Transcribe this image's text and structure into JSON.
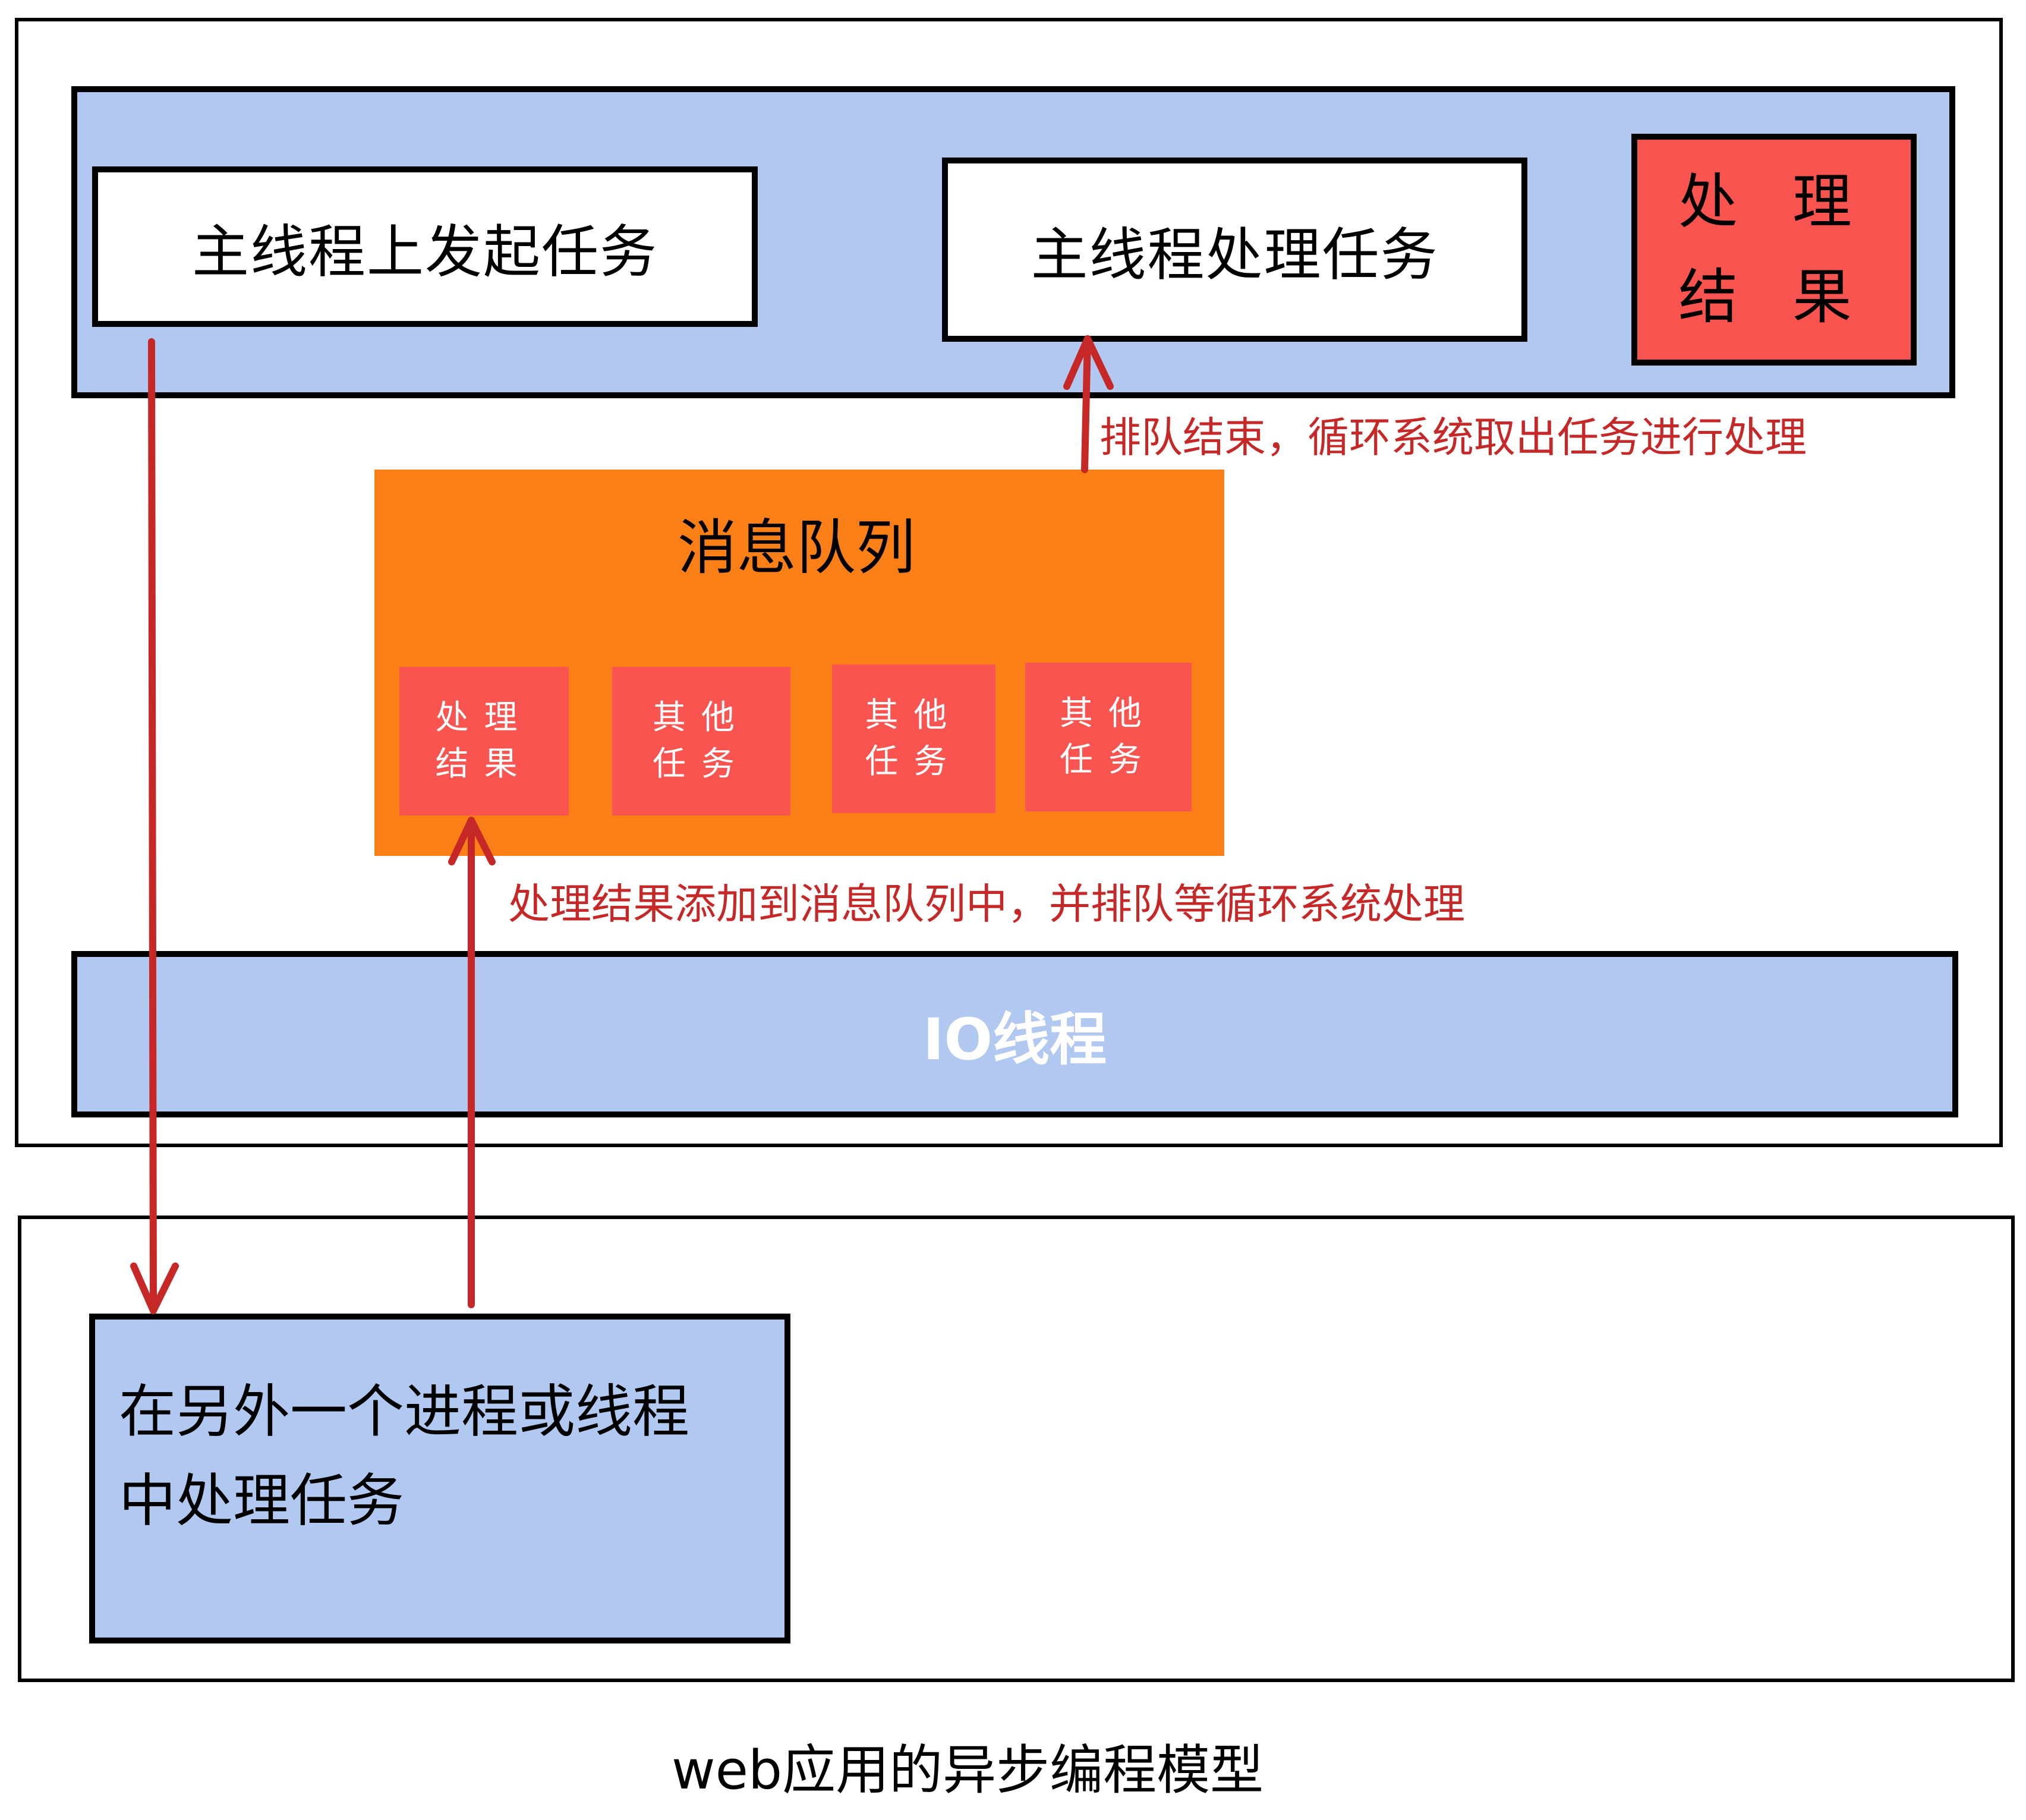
{
  "main_thread": {
    "start_task": "主线程上发起任务",
    "process_task": "主线程处理任务",
    "result_line1": "处 理",
    "result_line2": "结 果"
  },
  "queue": {
    "title": "消息队列",
    "items": [
      {
        "line1": "处理",
        "line2": "结果"
      },
      {
        "line1": "其他",
        "line2": "任务"
      },
      {
        "line1": "其他",
        "line2": "任务"
      },
      {
        "line1": "其他",
        "line2": "任务"
      }
    ]
  },
  "annotations": {
    "dequeue": "排队结束，循环系统取出任务进行处理",
    "enqueue": "处理结果添加到消息队列中，并排队等循环系统处理"
  },
  "io_thread": {
    "label": "IO线程"
  },
  "other_process": {
    "line1": "在另外一个进程或线程",
    "line2": "中处理任务"
  },
  "caption": "web应用的异步编程模型",
  "colors": {
    "band_blue": "#b1c8f0",
    "queue_orange": "#fb7f17",
    "task_red": "#f9544f",
    "arrow_red": "#c62828"
  }
}
